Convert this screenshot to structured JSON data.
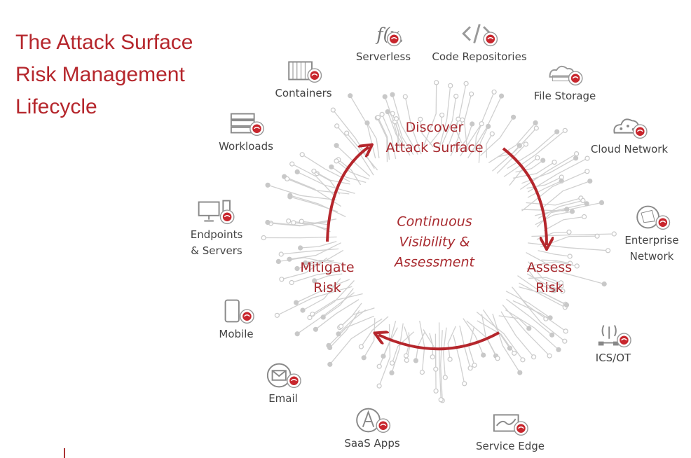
{
  "title": [
    "The Attack Surface",
    "Risk Management",
    "Lifecycle"
  ],
  "stages": {
    "discover": [
      "Discover",
      "Attack Surface"
    ],
    "assess": [
      "Assess",
      "Risk"
    ],
    "mitigate": [
      "Mitigate",
      "Risk"
    ],
    "center": [
      "Continuous",
      "Visibility &",
      "Assessment"
    ]
  },
  "nodes": [
    {
      "id": "serverless",
      "label": [
        "Serverless"
      ],
      "icon": "function-icon"
    },
    {
      "id": "code-repositories",
      "label": [
        "Code Repositories"
      ],
      "icon": "code-icon"
    },
    {
      "id": "containers",
      "label": [
        "Containers"
      ],
      "icon": "container-icon"
    },
    {
      "id": "file-storage",
      "label": [
        "File Storage"
      ],
      "icon": "storage-icon"
    },
    {
      "id": "workloads",
      "label": [
        "Workloads"
      ],
      "icon": "server-stack-icon"
    },
    {
      "id": "cloud-network",
      "label": [
        "Cloud Network"
      ],
      "icon": "cloud-icon"
    },
    {
      "id": "endpoints-servers",
      "label": [
        "Endpoints",
        "& Servers"
      ],
      "icon": "desktop-icon"
    },
    {
      "id": "enterprise-network",
      "label": [
        "Enterprise",
        "Network"
      ],
      "icon": "network-icon"
    },
    {
      "id": "mobile",
      "label": [
        "Mobile"
      ],
      "icon": "mobile-icon"
    },
    {
      "id": "ics-ot",
      "label": [
        "ICS/OT"
      ],
      "icon": "antenna-icon"
    },
    {
      "id": "email",
      "label": [
        "Email"
      ],
      "icon": "email-icon"
    },
    {
      "id": "saas-apps",
      "label": [
        "SaaS Apps"
      ],
      "icon": "app-icon"
    },
    {
      "id": "service-edge",
      "label": [
        "Service Edge"
      ],
      "icon": "edge-icon"
    }
  ],
  "colors": {
    "accent": "#b5262c",
    "icon": "#8a8a8a",
    "circuit": "#d0d0d0"
  }
}
